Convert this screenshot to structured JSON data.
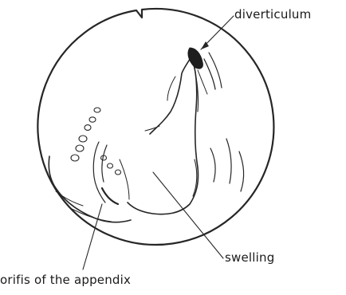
{
  "figure": {
    "view": "endoscopic view",
    "labels": {
      "diverticulum": "diverticulum",
      "swelling": "swelling",
      "orifice": "orifis of the appendix"
    }
  },
  "colors": {
    "ink": "#262626",
    "background": "#ffffff"
  }
}
